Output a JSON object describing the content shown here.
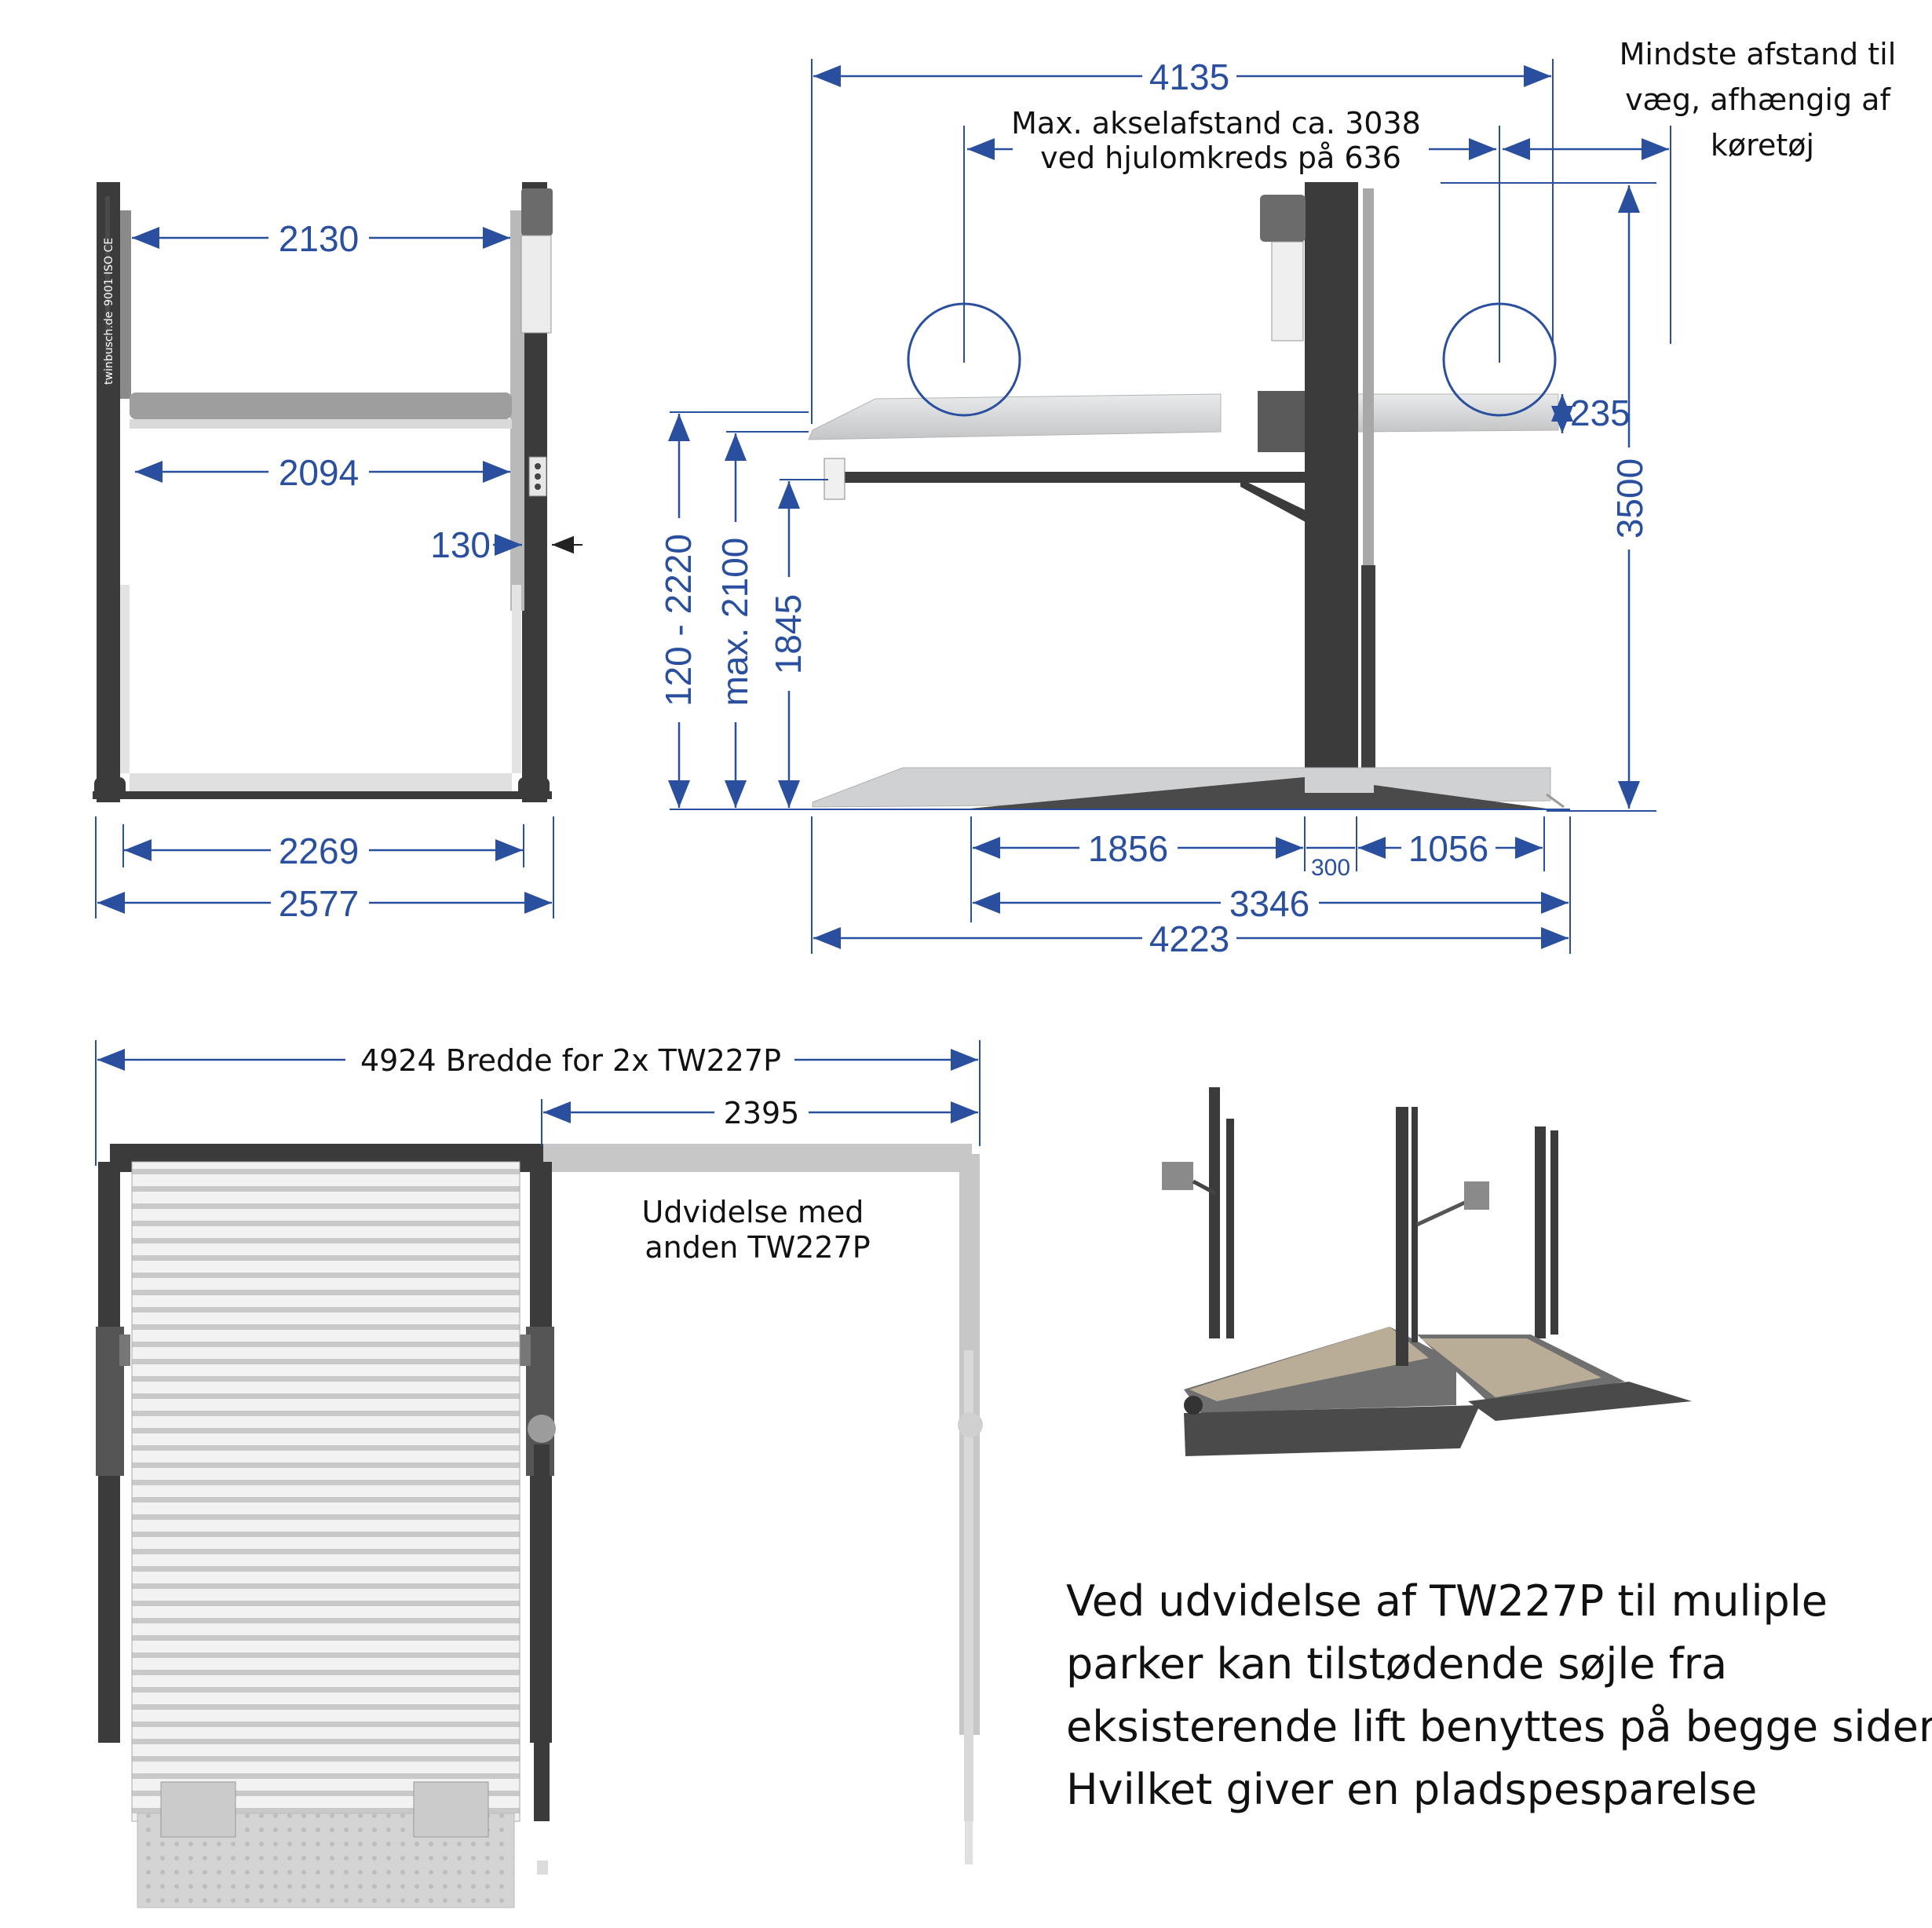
{
  "front_view": {
    "dims": {
      "inner_width_top": "2130",
      "inner_width_platform": "2094",
      "column_offset": "130",
      "platform_width": "2269",
      "overall_width": "2577"
    },
    "brand_label": "twinbusch.de",
    "cert_label": "9001 ISO CE"
  },
  "side_view": {
    "dims": {
      "length_top": "4135",
      "wheelbase_note": "Max. akselafstand ca. 3038\nved hjulomkreds på 636",
      "wall_note": "Mindste afstand til\nvæg, afhængig af\nkøretøj",
      "clearance_235": "235",
      "height_3500": "3500",
      "height_range": "120 - 2220",
      "height_max": "max. 2100",
      "height_1845": "1845",
      "len_1856": "1856",
      "len_300": "300",
      "len_1056": "1056",
      "len_3346": "3346",
      "len_4223": "4223"
    }
  },
  "top_view": {
    "dims": {
      "total_width": "4924 Bredde for 2x TW227P",
      "extension_width": "2395"
    },
    "extension_note": "Udvidelse med\nanden TW227P"
  },
  "caption": "Ved udvidelse af TW227P til muliple\nparker kan tilstødende søjle fra\neksisterende lift benyttes på begge sider.\nHvilket giver en pladspesparelse",
  "colors": {
    "dimension_blue": "#2a4f9e",
    "steel_dark": "#3b3b3b",
    "platform_light": "#d2d4d6"
  }
}
